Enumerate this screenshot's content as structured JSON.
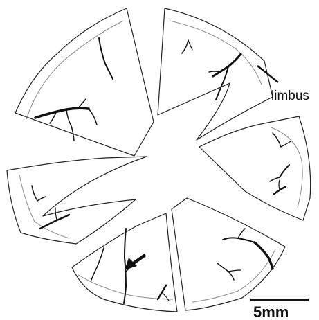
{
  "labels": {
    "limbus": "limbus",
    "scale_bar": "5mm"
  },
  "colors": {
    "ink": "#111111",
    "limbus_line": "#8a8a8a",
    "background": "#ffffff"
  },
  "sectors": [
    "sector-top-left",
    "sector-top-right",
    "sector-right",
    "sector-bottom-right",
    "sector-bottom",
    "sector-left"
  ],
  "annotations": {
    "arrow": "arrow-pointing-to-vessel"
  }
}
